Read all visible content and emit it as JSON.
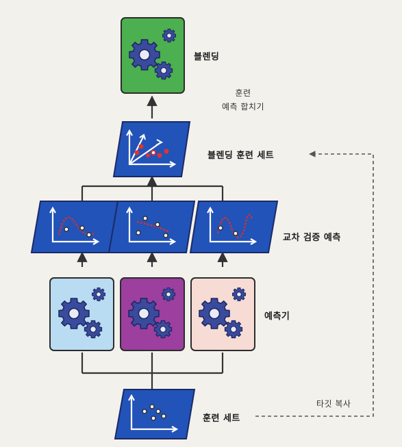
{
  "labels": {
    "blending": "블렌딩",
    "blend_inputs_line1": "훈련",
    "blend_inputs_line2": "예측 합치기",
    "blending_train_set": "블렌딩 훈련 세트",
    "cv_predictions": "교차 검증 예측",
    "predictors": "예측기",
    "train_set": "훈련 세트",
    "copy_targets": "타깃 복사"
  },
  "colors": {
    "blender_box": "#4caf50",
    "predictor_1": "#b9dcf2",
    "predictor_2": "#9c3f9e",
    "predictor_3": "#f6dcd4",
    "gear": "#3a4a9c",
    "dataset_card": "#2253b8",
    "curve": "#c8343a"
  },
  "icons": [
    "gear-icon",
    "scatter-plot-icon",
    "arrow-icon"
  ]
}
